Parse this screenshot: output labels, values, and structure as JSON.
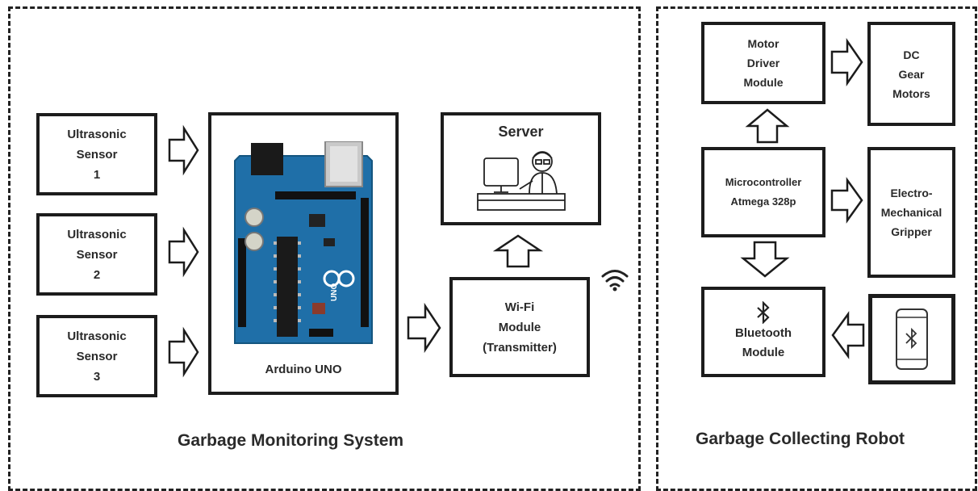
{
  "monitoring": {
    "caption": "Garbage Monitoring System",
    "sensors": [
      {
        "line1": "Ultrasonic",
        "line2": "Sensor",
        "line3": "1"
      },
      {
        "line1": "Ultrasonic",
        "line2": "Sensor",
        "line3": "2"
      },
      {
        "line1": "Ultrasonic",
        "line2": "Sensor",
        "line3": "3"
      }
    ],
    "arduino_label": "Arduino UNO",
    "arduino_board_text": "UNO",
    "server_label": "Server",
    "wifi": {
      "line1": "Wi-Fi",
      "line2": "Module",
      "line3": "(Transmitter)"
    }
  },
  "robot": {
    "caption": "Garbage Collecting Robot",
    "motor_driver": {
      "line1": "Motor",
      "line2": "Driver",
      "line3": "Module"
    },
    "dc_motors": {
      "line1": "DC",
      "line2": "Gear",
      "line3": "Motors"
    },
    "microcontroller": {
      "line1": "Microcontroller",
      "line2": "Atmega 328p"
    },
    "gripper": {
      "line1": "Electro-",
      "line2": "Mechanical",
      "line3": "Gripper"
    },
    "bluetooth": {
      "line1": "Bluetooth",
      "line2": "Module"
    }
  },
  "icons": {
    "wifi": "wifi-signal-icon",
    "server": "person-at-computer-icon",
    "bluetooth": "bluetooth-icon",
    "phone": "smartphone-bluetooth-icon",
    "board": "arduino-board-photo"
  },
  "colors": {
    "line": "#1c1c1c",
    "board": "#1f6fa8",
    "board_dark": "#14557f"
  }
}
